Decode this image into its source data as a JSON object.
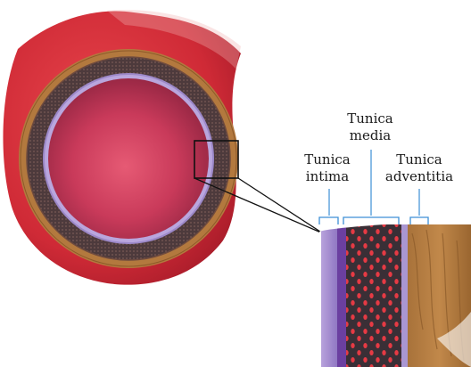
{
  "labels": {
    "media": [
      "Tunica",
      "media"
    ],
    "intima": [
      "Tunica",
      "intima"
    ],
    "adventitia": [
      "Tunica",
      "adventitia"
    ]
  },
  "colors": {
    "background": "#ffffff",
    "outer_tissue": "#d8313c",
    "adventitia": "#b07a3e",
    "media": "#4a3b3f",
    "media_dots": "#e63a44",
    "intima_band": "#8f7ac2",
    "intima_purple": "#6b3fa0",
    "lumen": "#c93a5a",
    "inset_border": "#111111",
    "bracket": "#3d8fd6"
  }
}
